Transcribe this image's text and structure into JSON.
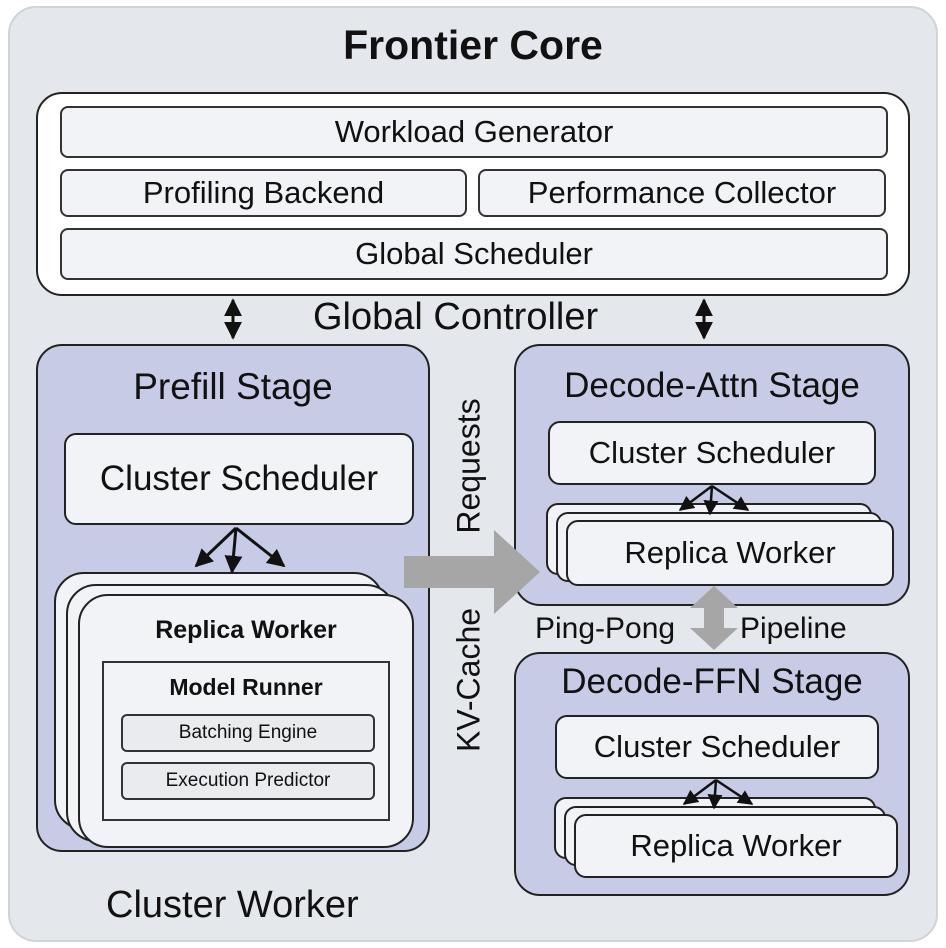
{
  "title": "Frontier Core",
  "global_controller": {
    "label": "Global Controller",
    "workload_generator": "Workload Generator",
    "profiling_backend": "Profiling Backend",
    "performance_collector": "Performance Collector",
    "global_scheduler": "Global Scheduler"
  },
  "prefill": {
    "title": "Prefill Stage",
    "cluster_scheduler": "Cluster Scheduler",
    "replica_worker": "Replica Worker",
    "model_runner": "Model Runner",
    "batching_engine": "Batching Engine",
    "execution_predictor": "Execution Predictor"
  },
  "decode_attn": {
    "title": "Decode-Attn Stage",
    "cluster_scheduler": "Cluster Scheduler",
    "replica_worker": "Replica Worker"
  },
  "decode_ffn": {
    "title": "Decode-FFN Stage",
    "cluster_scheduler": "Cluster Scheduler",
    "replica_worker": "Replica Worker"
  },
  "transfer": {
    "requests": "Requests",
    "kv_cache": "KV-Cache",
    "ping_pong": "Ping-Pong",
    "pipeline": "Pipeline"
  },
  "cluster_worker": "Cluster Worker"
}
